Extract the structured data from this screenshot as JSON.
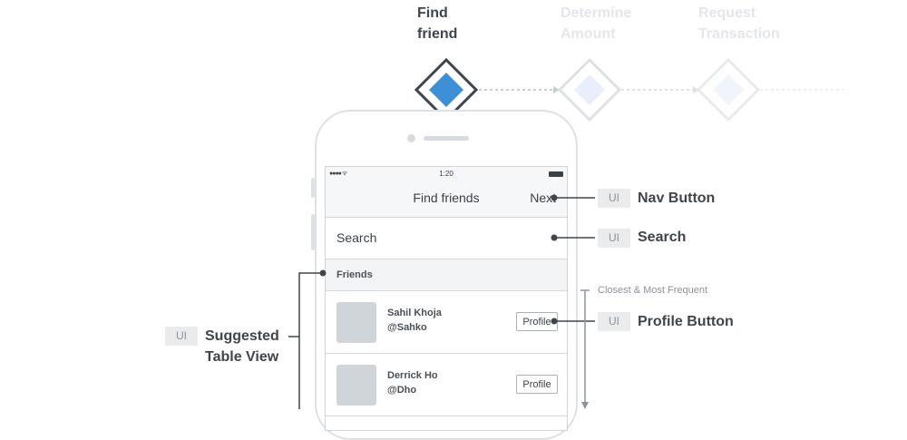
{
  "steps": [
    {
      "line1": "Find",
      "line2": "friend"
    },
    {
      "line1": "Determine",
      "line2": "Amount"
    },
    {
      "line1": "Request",
      "line2": "Transaction"
    }
  ],
  "status_bar": {
    "signal": "●●●● ᯤ",
    "time": "1:20"
  },
  "nav": {
    "title": "Find friends",
    "next_label": "Next"
  },
  "search": {
    "placeholder": "Search"
  },
  "section": {
    "label": "Friends"
  },
  "friends": [
    {
      "name": "Sahil Khoja",
      "handle": "@Sahko",
      "button_label": "Profile"
    },
    {
      "name": "Derrick Ho",
      "handle": "@Dho",
      "button_label": "Profile"
    }
  ],
  "annotations": {
    "tag": "UI",
    "nav_button": "Nav Button",
    "search": "Search",
    "profile_button": "Profile Button",
    "suggested_line1": "Suggested",
    "suggested_line2": "Table View",
    "order_note": "Closest & Most Frequent"
  },
  "colors": {
    "active_step": "#3f8fd6",
    "inactive_step": "#e8effa",
    "line": "#3e454b"
  }
}
